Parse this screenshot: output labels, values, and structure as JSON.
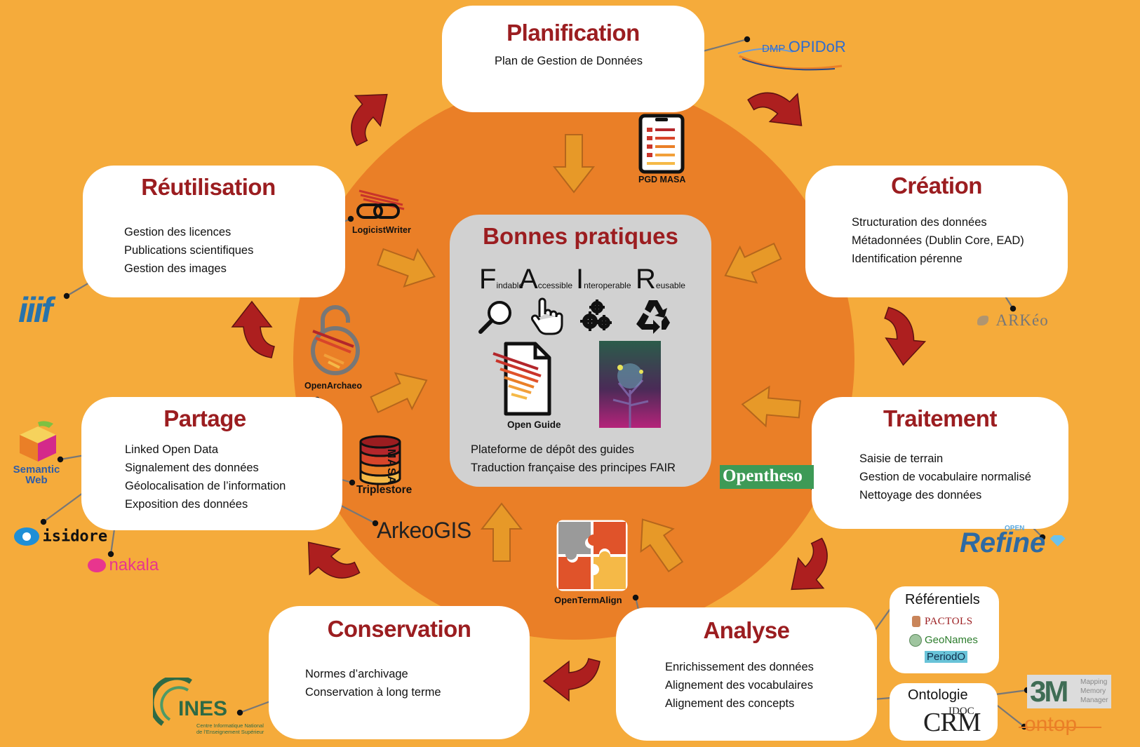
{
  "colors": {
    "background": "#f5ab3b",
    "circle": "#ea7f27",
    "title_red": "#9b1d20",
    "cycle_arrow": "#ad1f1f",
    "inner_arrow": "#e79928",
    "center_panel": "#d1d1d1"
  },
  "center": {
    "title": "Bonnes pratiques",
    "fair": [
      {
        "letter": "F",
        "word": "indable",
        "icon": "magnifier-icon"
      },
      {
        "letter": "A",
        "word": "ccessible",
        "icon": "pointer-hand-icon"
      },
      {
        "letter": "I",
        "word": "nteroperable",
        "icon": "gears-icon"
      },
      {
        "letter": "R",
        "word": "eusable",
        "icon": "recycle-icon"
      }
    ],
    "guide_label": "Open Guide",
    "lines": [
      "Plateforme de dépôt des guides",
      "Traduction française des principes FAIR"
    ]
  },
  "stages": {
    "planification": {
      "title": "Planification",
      "lines": [
        "Plan de Gestion de Données"
      ]
    },
    "creation": {
      "title": "Création",
      "lines": [
        "Structuration des données",
        "Métadonnées (Dublin Core, EAD)",
        "Identification pérenne"
      ]
    },
    "traitement": {
      "title": "Traitement",
      "lines": [
        "Saisie de terrain",
        "Gestion de vocabulaire normalisé",
        "Nettoyage des données"
      ]
    },
    "analyse": {
      "title": "Analyse",
      "lines": [
        "Enrichissement des données",
        "Alignement des vocabulaires",
        "Alignement des concepts"
      ]
    },
    "conservation": {
      "title": "Conservation",
      "lines": [
        "Normes d’archivage",
        "Conservation à long terme"
      ]
    },
    "partage": {
      "title": "Partage",
      "lines": [
        "Linked Open Data",
        "Signalement des données",
        "Géolocalisation de l’information",
        "Exposition des données"
      ]
    },
    "reutilisation": {
      "title": "Réutilisation",
      "lines": [
        "Gestion des licences",
        "Publications scientifiques",
        "Gestion des images"
      ]
    }
  },
  "referentiels": {
    "title": "Référentiels",
    "items": [
      "PACTOLS",
      "GeoNames",
      "PeriodO"
    ]
  },
  "ontologie": {
    "title": "Ontologie",
    "crm_small": "IDOC",
    "crm_big": "CRM"
  },
  "tools": {
    "pgd_masa": "PGD MASA",
    "logicist": "LogicistWriter",
    "openarchaeo": "OpenArchaeo",
    "triplestore": "Triplestore",
    "masa": "MASA",
    "arkeogis": "ArkeoGIS",
    "opentermalign": "OpenTermAlign",
    "opentheso": "Opentheso",
    "refine": "Refine",
    "refine_open": "OPEN",
    "arkeo": "ARKéo",
    "dmp": "DMP",
    "opidor": "OPIDoR",
    "semantic_web": [
      "Semantic",
      "Web"
    ],
    "isidore": "isidore",
    "nakala": "nakala",
    "iiif": "iiif",
    "cines": "INES",
    "cines_sub": [
      "Centre Informatique National",
      "de l’Enseignement Supérieur"
    ],
    "threem": "3M",
    "threem_sub": [
      "Mapping",
      "Memory",
      "Manager"
    ],
    "ontop": "ontop"
  }
}
